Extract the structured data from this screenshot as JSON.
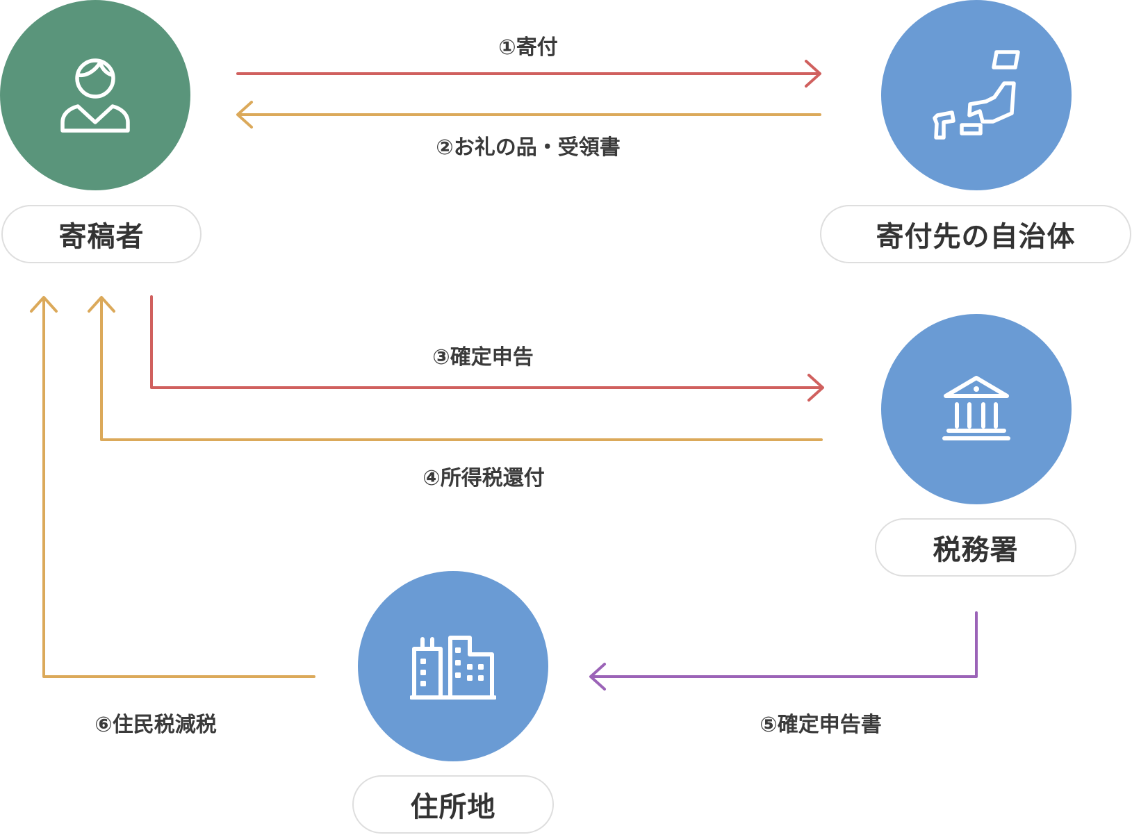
{
  "nodes": {
    "donor": {
      "label": "寄稿者",
      "icon": "person-icon",
      "color": "#5a957b"
    },
    "municipality": {
      "label": "寄付先の自治体",
      "icon": "japan-map-icon",
      "color": "#6a9bd4"
    },
    "tax_office": {
      "label": "税務署",
      "icon": "bank-building-icon",
      "color": "#6a9bd4"
    },
    "residence": {
      "label": "住所地",
      "icon": "office-buildings-icon",
      "color": "#6a9bd4"
    }
  },
  "edges": [
    {
      "label": "①寄付",
      "from": "donor",
      "to": "municipality",
      "color": "#d0605e"
    },
    {
      "label": "②お礼の品・受領書",
      "from": "municipality",
      "to": "donor",
      "color": "#dba95a"
    },
    {
      "label": "③確定申告",
      "from": "donor",
      "to": "tax_office",
      "color": "#d0605e"
    },
    {
      "label": "④所得税還付",
      "from": "tax_office",
      "to": "donor",
      "color": "#dba95a"
    },
    {
      "label": "⑤確定申告書",
      "from": "tax_office",
      "to": "residence",
      "color": "#9b63b7"
    },
    {
      "label": "⑥住民税減税",
      "from": "residence",
      "to": "donor",
      "color": "#dba95a"
    }
  ]
}
